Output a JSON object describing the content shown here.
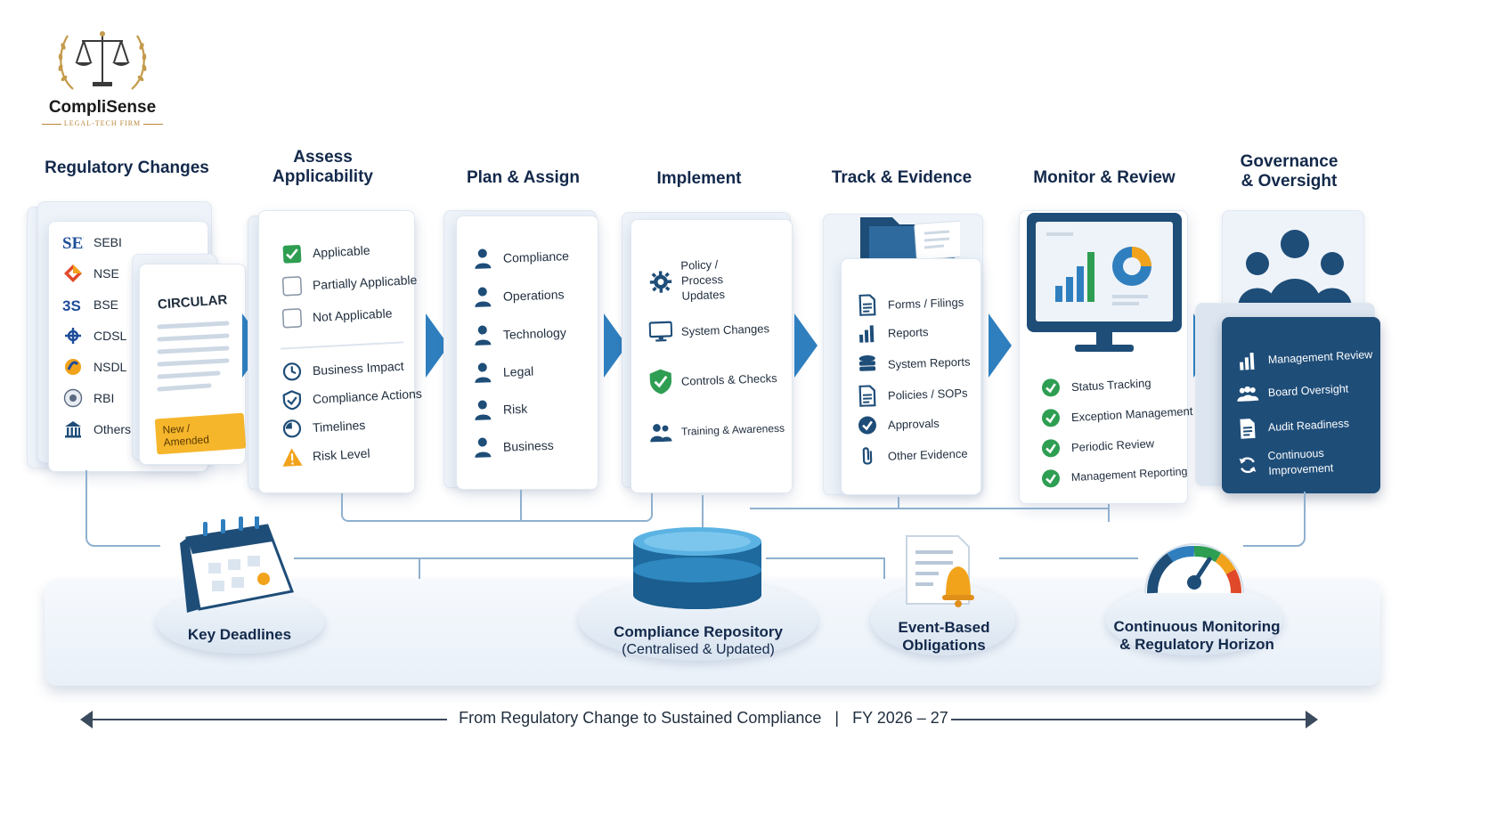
{
  "brand": {
    "name": "CompliSense",
    "tagline": "LEGAL-TECH FIRM"
  },
  "colors": {
    "primary": "#1e4d78",
    "accent": "#2f7fbf",
    "highlight": "#f6b62c",
    "check": "#2e9e52"
  },
  "stages": [
    {
      "title": "Regulatory Changes",
      "regulators": [
        {
          "label": "SEBI",
          "icon": "sebi-logo-icon"
        },
        {
          "label": "NSE",
          "icon": "nse-logo-icon"
        },
        {
          "label": "BSE",
          "icon": "bse-logo-icon"
        },
        {
          "label": "CDSL",
          "icon": "cdsl-logo-icon"
        },
        {
          "label": "NSDL",
          "icon": "nsdl-logo-icon"
        },
        {
          "label": "RBI",
          "icon": "rbi-logo-icon"
        },
        {
          "label": "Others",
          "icon": "bank-building-icon"
        }
      ],
      "circular": {
        "title": "CIRCULAR",
        "badge": "New / Amended"
      }
    },
    {
      "title": "Assess Applicability",
      "options": [
        "Applicable",
        "Partially Applicable",
        "Not Applicable"
      ],
      "factors": [
        "Business Impact",
        "Compliance Actions",
        "Timelines",
        "Risk Level"
      ]
    },
    {
      "title": "Plan & Assign",
      "teams": [
        "Compliance",
        "Operations",
        "Technology",
        "Legal",
        "Risk",
        "Business"
      ]
    },
    {
      "title": "Implement",
      "items": [
        "Policy / Process Updates",
        "System Changes",
        "Controls & Checks",
        "Training & Awareness"
      ]
    },
    {
      "title": "Track & Evidence",
      "items": [
        "Forms / Filings",
        "Reports",
        "System Reports",
        "Policies / SOPs",
        "Approvals",
        "Other Evidence"
      ]
    },
    {
      "title": "Monitor & Review",
      "items": [
        "Status Tracking",
        "Exception Management",
        "Periodic Review",
        "Management Reporting"
      ]
    },
    {
      "title": "Governance & Oversight",
      "items": [
        "Management Review",
        "Board Oversight",
        "Audit Readiness",
        "Continuous Improvement"
      ]
    }
  ],
  "platform": {
    "deadlines": "Key Deadlines",
    "repository": {
      "title": "Compliance Repository",
      "subtitle": "(Centralised & Updated)"
    },
    "event": "Event-Based Obligations",
    "monitoring": "Continuous Monitoring & Regulatory Horizon"
  },
  "footer": {
    "text": "From Regulatory Change to Sustained Compliance   |   FY 2026 – 27"
  }
}
